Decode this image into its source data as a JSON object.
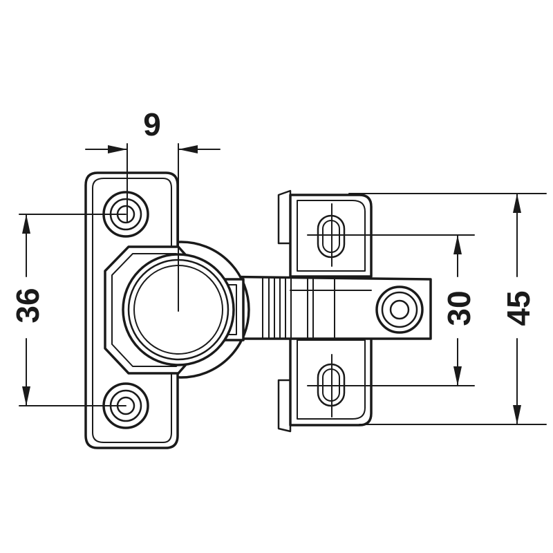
{
  "dimensions": {
    "hole_offset": "9",
    "mounting_plate_hole_spacing": "36",
    "arm_slot_spacing": "30",
    "arm_plate_height": "45"
  },
  "colors": {
    "line": "#1a1a1a",
    "background": "#ffffff"
  }
}
